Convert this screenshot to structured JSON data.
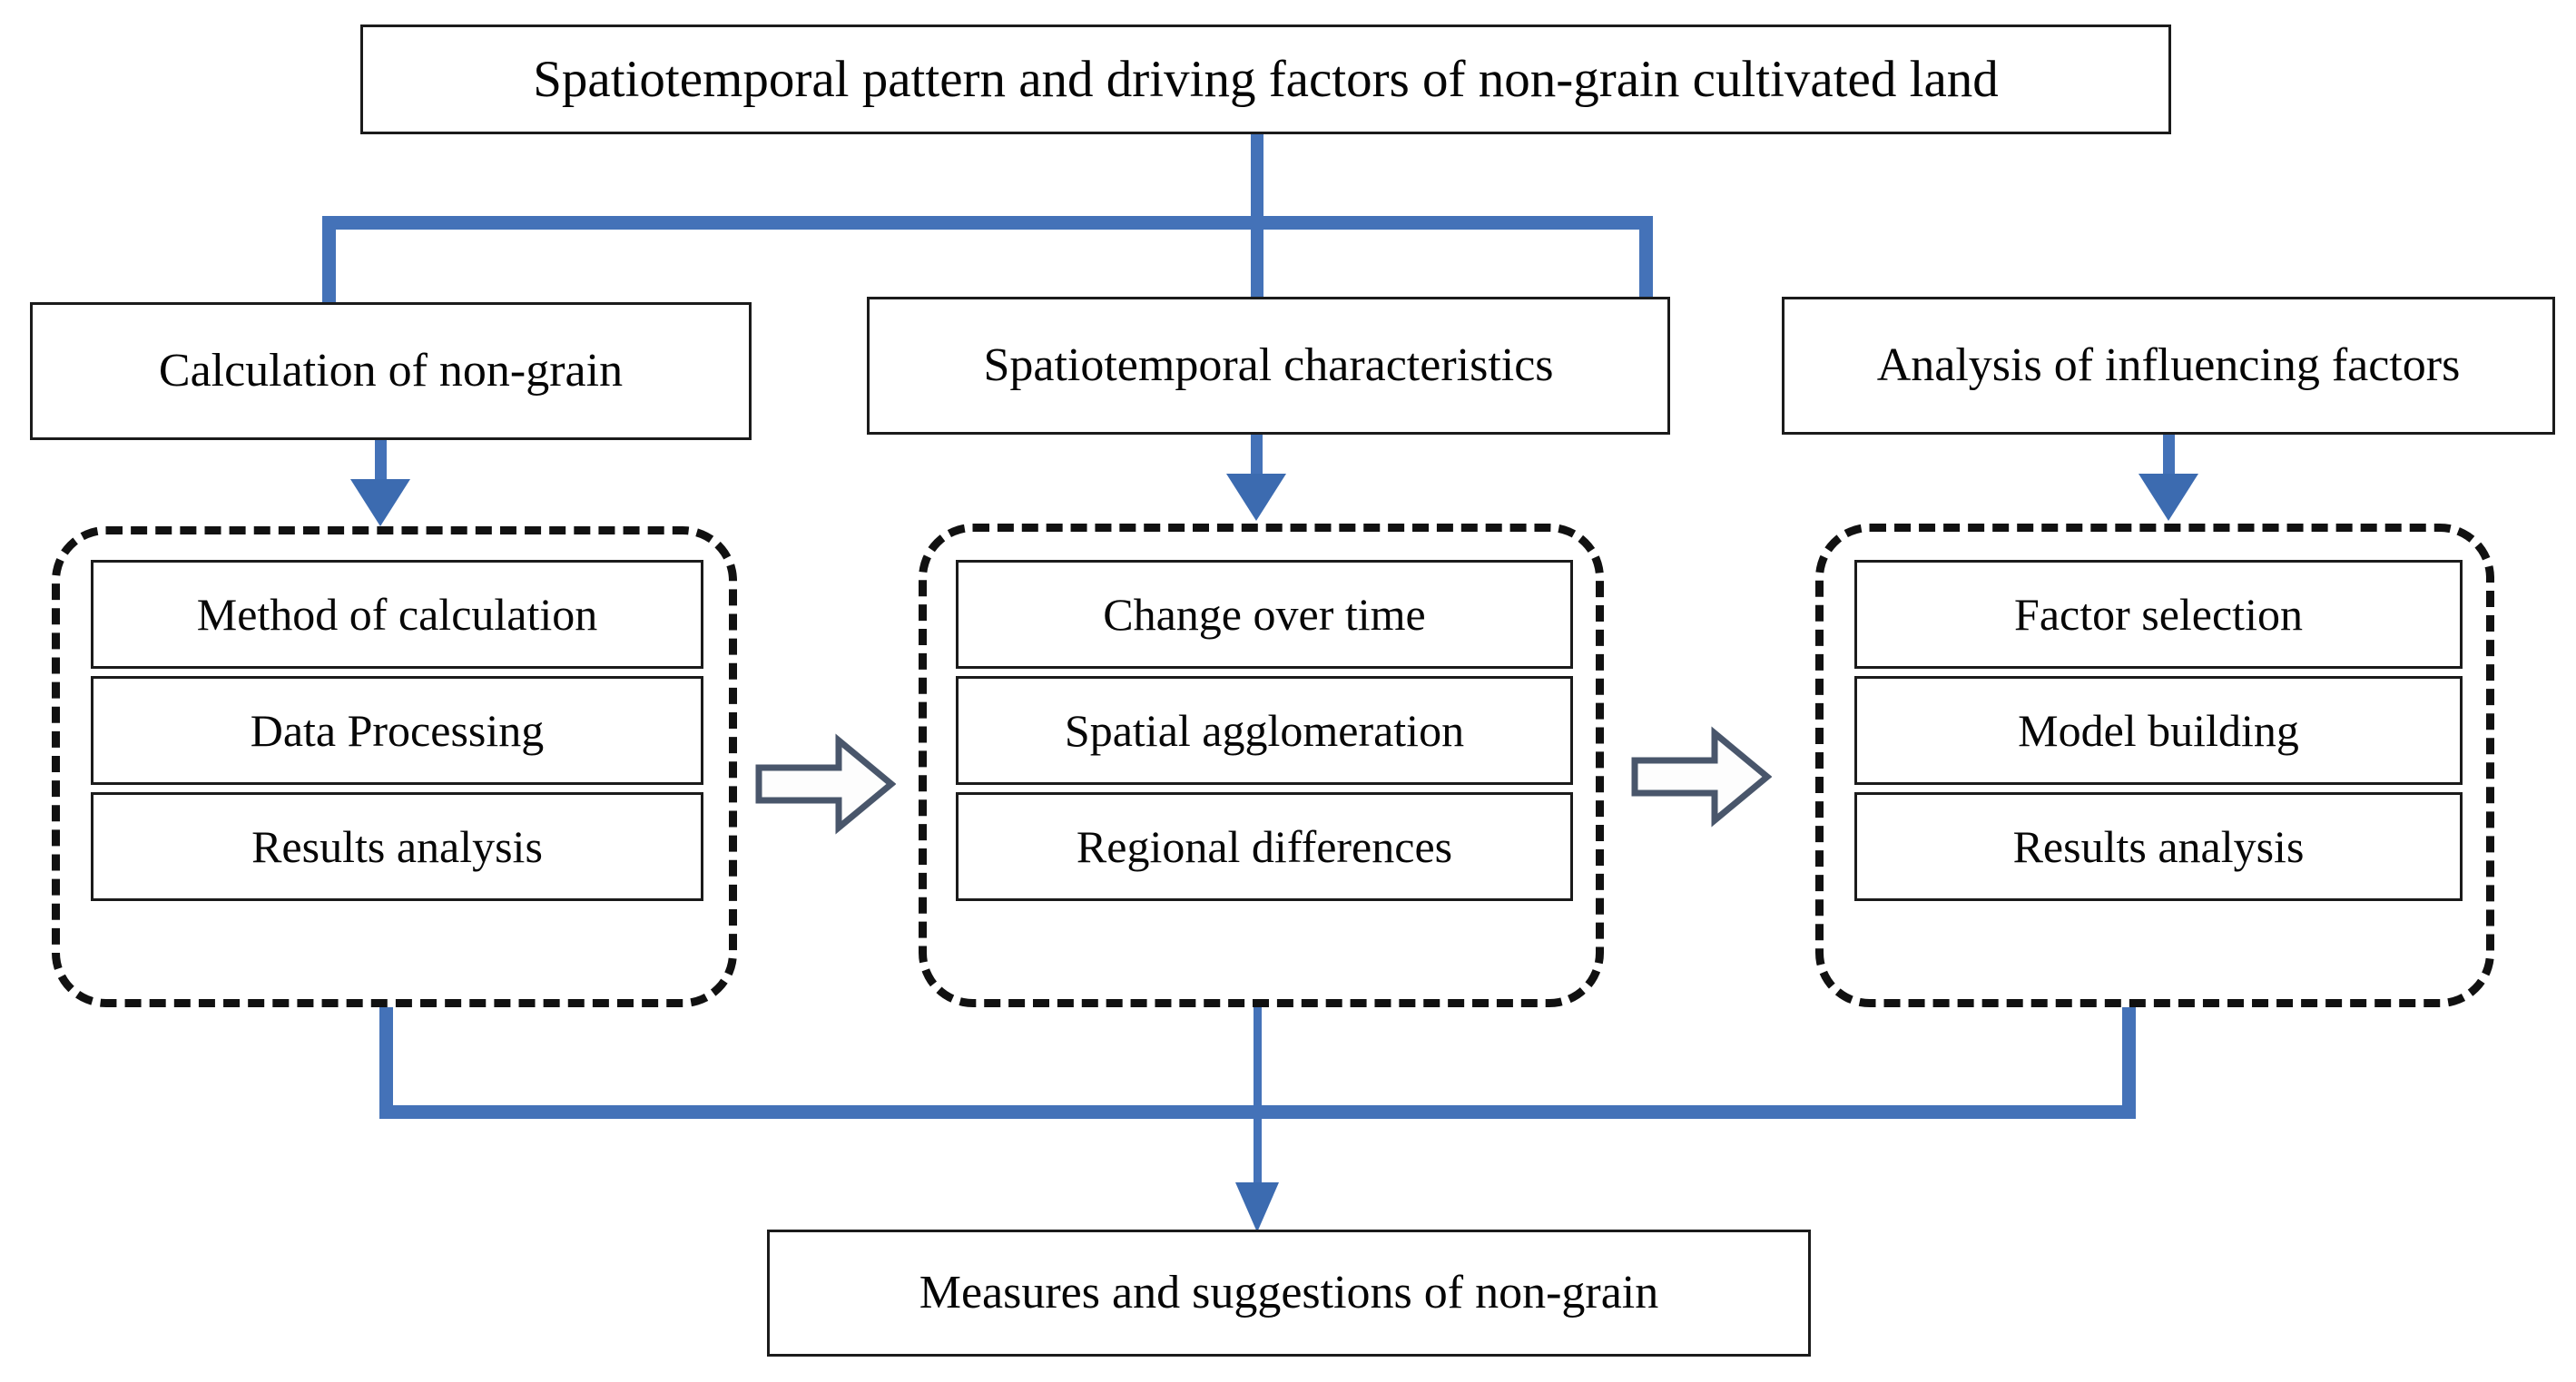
{
  "diagram": {
    "type": "flowchart",
    "title_box": {
      "label": "Spatiotemporal pattern and driving factors of non-grain cultivated land"
    },
    "stages": [
      {
        "label": "Calculation of non-grain"
      },
      {
        "label": "Spatiotemporal characteristics"
      },
      {
        "label": "Analysis of influencing factors"
      }
    ],
    "clusters": [
      {
        "name": "calculation-cluster",
        "items": [
          {
            "label": "Method of calculation"
          },
          {
            "label": "Data Processing"
          },
          {
            "label": "Results analysis"
          }
        ]
      },
      {
        "name": "spatiotemporal-cluster",
        "items": [
          {
            "label": "Change over time"
          },
          {
            "label": "Spatial agglomeration"
          },
          {
            "label": "Regional differences"
          }
        ]
      },
      {
        "name": "influencing-factors-cluster",
        "items": [
          {
            "label": "Factor selection"
          },
          {
            "label": "Model building"
          },
          {
            "label": "Results analysis"
          }
        ]
      }
    ],
    "outcome_box": {
      "label": "Measures and suggestions of non-grain"
    },
    "colors": {
      "connector_blue": "#4472b8",
      "arrowhead_blue": "#3c6bb0",
      "box_border": "#1b1b1b",
      "dashed_border": "#111111",
      "block_arrow_stroke": "#49566b",
      "background": "#ffffff"
    }
  }
}
